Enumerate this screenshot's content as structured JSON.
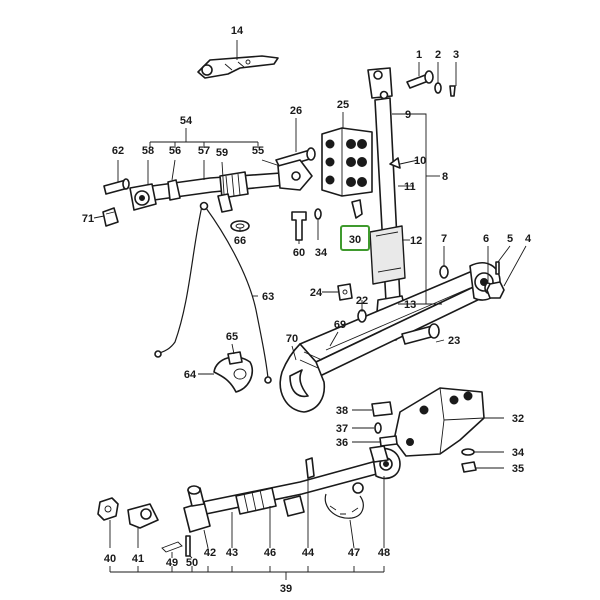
{
  "callouts": [
    {
      "id": "c1",
      "text": "1"
    },
    {
      "id": "c2",
      "text": "2"
    },
    {
      "id": "c3",
      "text": "3"
    },
    {
      "id": "c4",
      "text": "4"
    },
    {
      "id": "c5",
      "text": "5"
    },
    {
      "id": "c6",
      "text": "6"
    },
    {
      "id": "c7",
      "text": "7"
    },
    {
      "id": "c8",
      "text": "8"
    },
    {
      "id": "c9",
      "text": "9"
    },
    {
      "id": "c10",
      "text": "10"
    },
    {
      "id": "c11",
      "text": "11"
    },
    {
      "id": "c12",
      "text": "12"
    },
    {
      "id": "c13",
      "text": "13"
    },
    {
      "id": "c14",
      "text": "14"
    },
    {
      "id": "c22",
      "text": "22"
    },
    {
      "id": "c23",
      "text": "23"
    },
    {
      "id": "c24",
      "text": "24"
    },
    {
      "id": "c25",
      "text": "25"
    },
    {
      "id": "c26",
      "text": "26"
    },
    {
      "id": "c30",
      "text": "30"
    },
    {
      "id": "c32",
      "text": "32"
    },
    {
      "id": "c34a",
      "text": "34"
    },
    {
      "id": "c34b",
      "text": "34"
    },
    {
      "id": "c35",
      "text": "35"
    },
    {
      "id": "c36",
      "text": "36"
    },
    {
      "id": "c37",
      "text": "37"
    },
    {
      "id": "c38",
      "text": "38"
    },
    {
      "id": "c39",
      "text": "39"
    },
    {
      "id": "c40",
      "text": "40"
    },
    {
      "id": "c41",
      "text": "41"
    },
    {
      "id": "c42",
      "text": "42"
    },
    {
      "id": "c43",
      "text": "43"
    },
    {
      "id": "c44",
      "text": "44"
    },
    {
      "id": "c46",
      "text": "46"
    },
    {
      "id": "c47",
      "text": "47"
    },
    {
      "id": "c48",
      "text": "48"
    },
    {
      "id": "c49",
      "text": "49"
    },
    {
      "id": "c50",
      "text": "50"
    },
    {
      "id": "c54",
      "text": "54"
    },
    {
      "id": "c55",
      "text": "55"
    },
    {
      "id": "c56",
      "text": "56"
    },
    {
      "id": "c57",
      "text": "57"
    },
    {
      "id": "c58",
      "text": "58"
    },
    {
      "id": "c59",
      "text": "59"
    },
    {
      "id": "c60",
      "text": "60"
    },
    {
      "id": "c62",
      "text": "62"
    },
    {
      "id": "c63",
      "text": "63"
    },
    {
      "id": "c64",
      "text": "64"
    },
    {
      "id": "c65",
      "text": "65"
    },
    {
      "id": "c66",
      "text": "66"
    },
    {
      "id": "c69",
      "text": "69"
    },
    {
      "id": "c70",
      "text": "70"
    },
    {
      "id": "c71",
      "text": "71"
    }
  ],
  "highlight": {
    "label": "30",
    "color": "#3f9a2e"
  }
}
